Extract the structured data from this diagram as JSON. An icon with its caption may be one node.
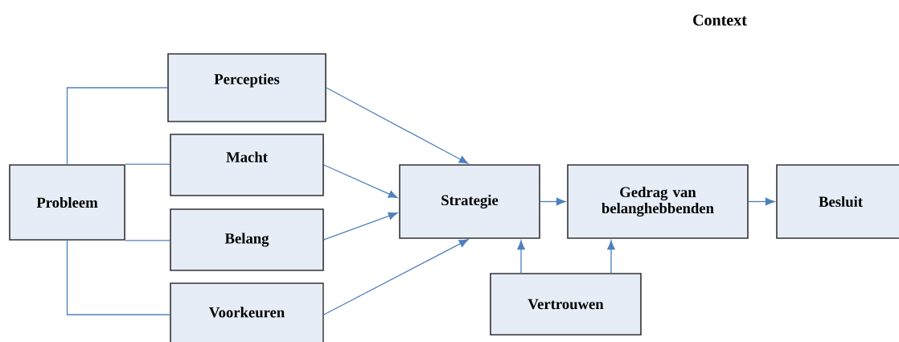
{
  "diagram": {
    "nodes": [
      {
        "text": [
          "Probleem"
        ]
      },
      {
        "text": [
          "Percepties"
        ]
      },
      {
        "text": [
          "Macht"
        ]
      },
      {
        "text": [
          "Belang"
        ]
      },
      {
        "text": [
          "Voorkeuren"
        ]
      },
      {
        "text": [
          "Strategie"
        ]
      },
      {
        "text": [
          "Gedrag van belanghebbenden"
        ]
      },
      {
        "text": [
          "Besluit"
        ]
      },
      {
        "text": [
          "Vertrouwen"
        ]
      }
    ],
    "edges": [
      {
        "from": 0,
        "to": 1,
        "arrow": "none"
      },
      {
        "from": 0,
        "to": 2,
        "arrow": "none"
      },
      {
        "from": 0,
        "to": 3,
        "arrow": "none"
      },
      {
        "from": 0,
        "to": 4,
        "arrow": "none"
      },
      {
        "from": 1,
        "to": 5,
        "arrow": "to"
      },
      {
        "from": 2,
        "to": 5,
        "arrow": "to"
      },
      {
        "from": 3,
        "to": 5,
        "arrow": "to"
      },
      {
        "from": 4,
        "to": 5,
        "arrow": "to"
      },
      {
        "from": 5,
        "to": 6,
        "arrow": "to"
      },
      {
        "from": 6,
        "to": 7,
        "arrow": "to"
      },
      {
        "from": 8,
        "to": 5,
        "arrow": "to"
      },
      {
        "from": 8,
        "to": 6,
        "arrow": "to"
      }
    ],
    "labels": [
      "Context"
    ]
  }
}
